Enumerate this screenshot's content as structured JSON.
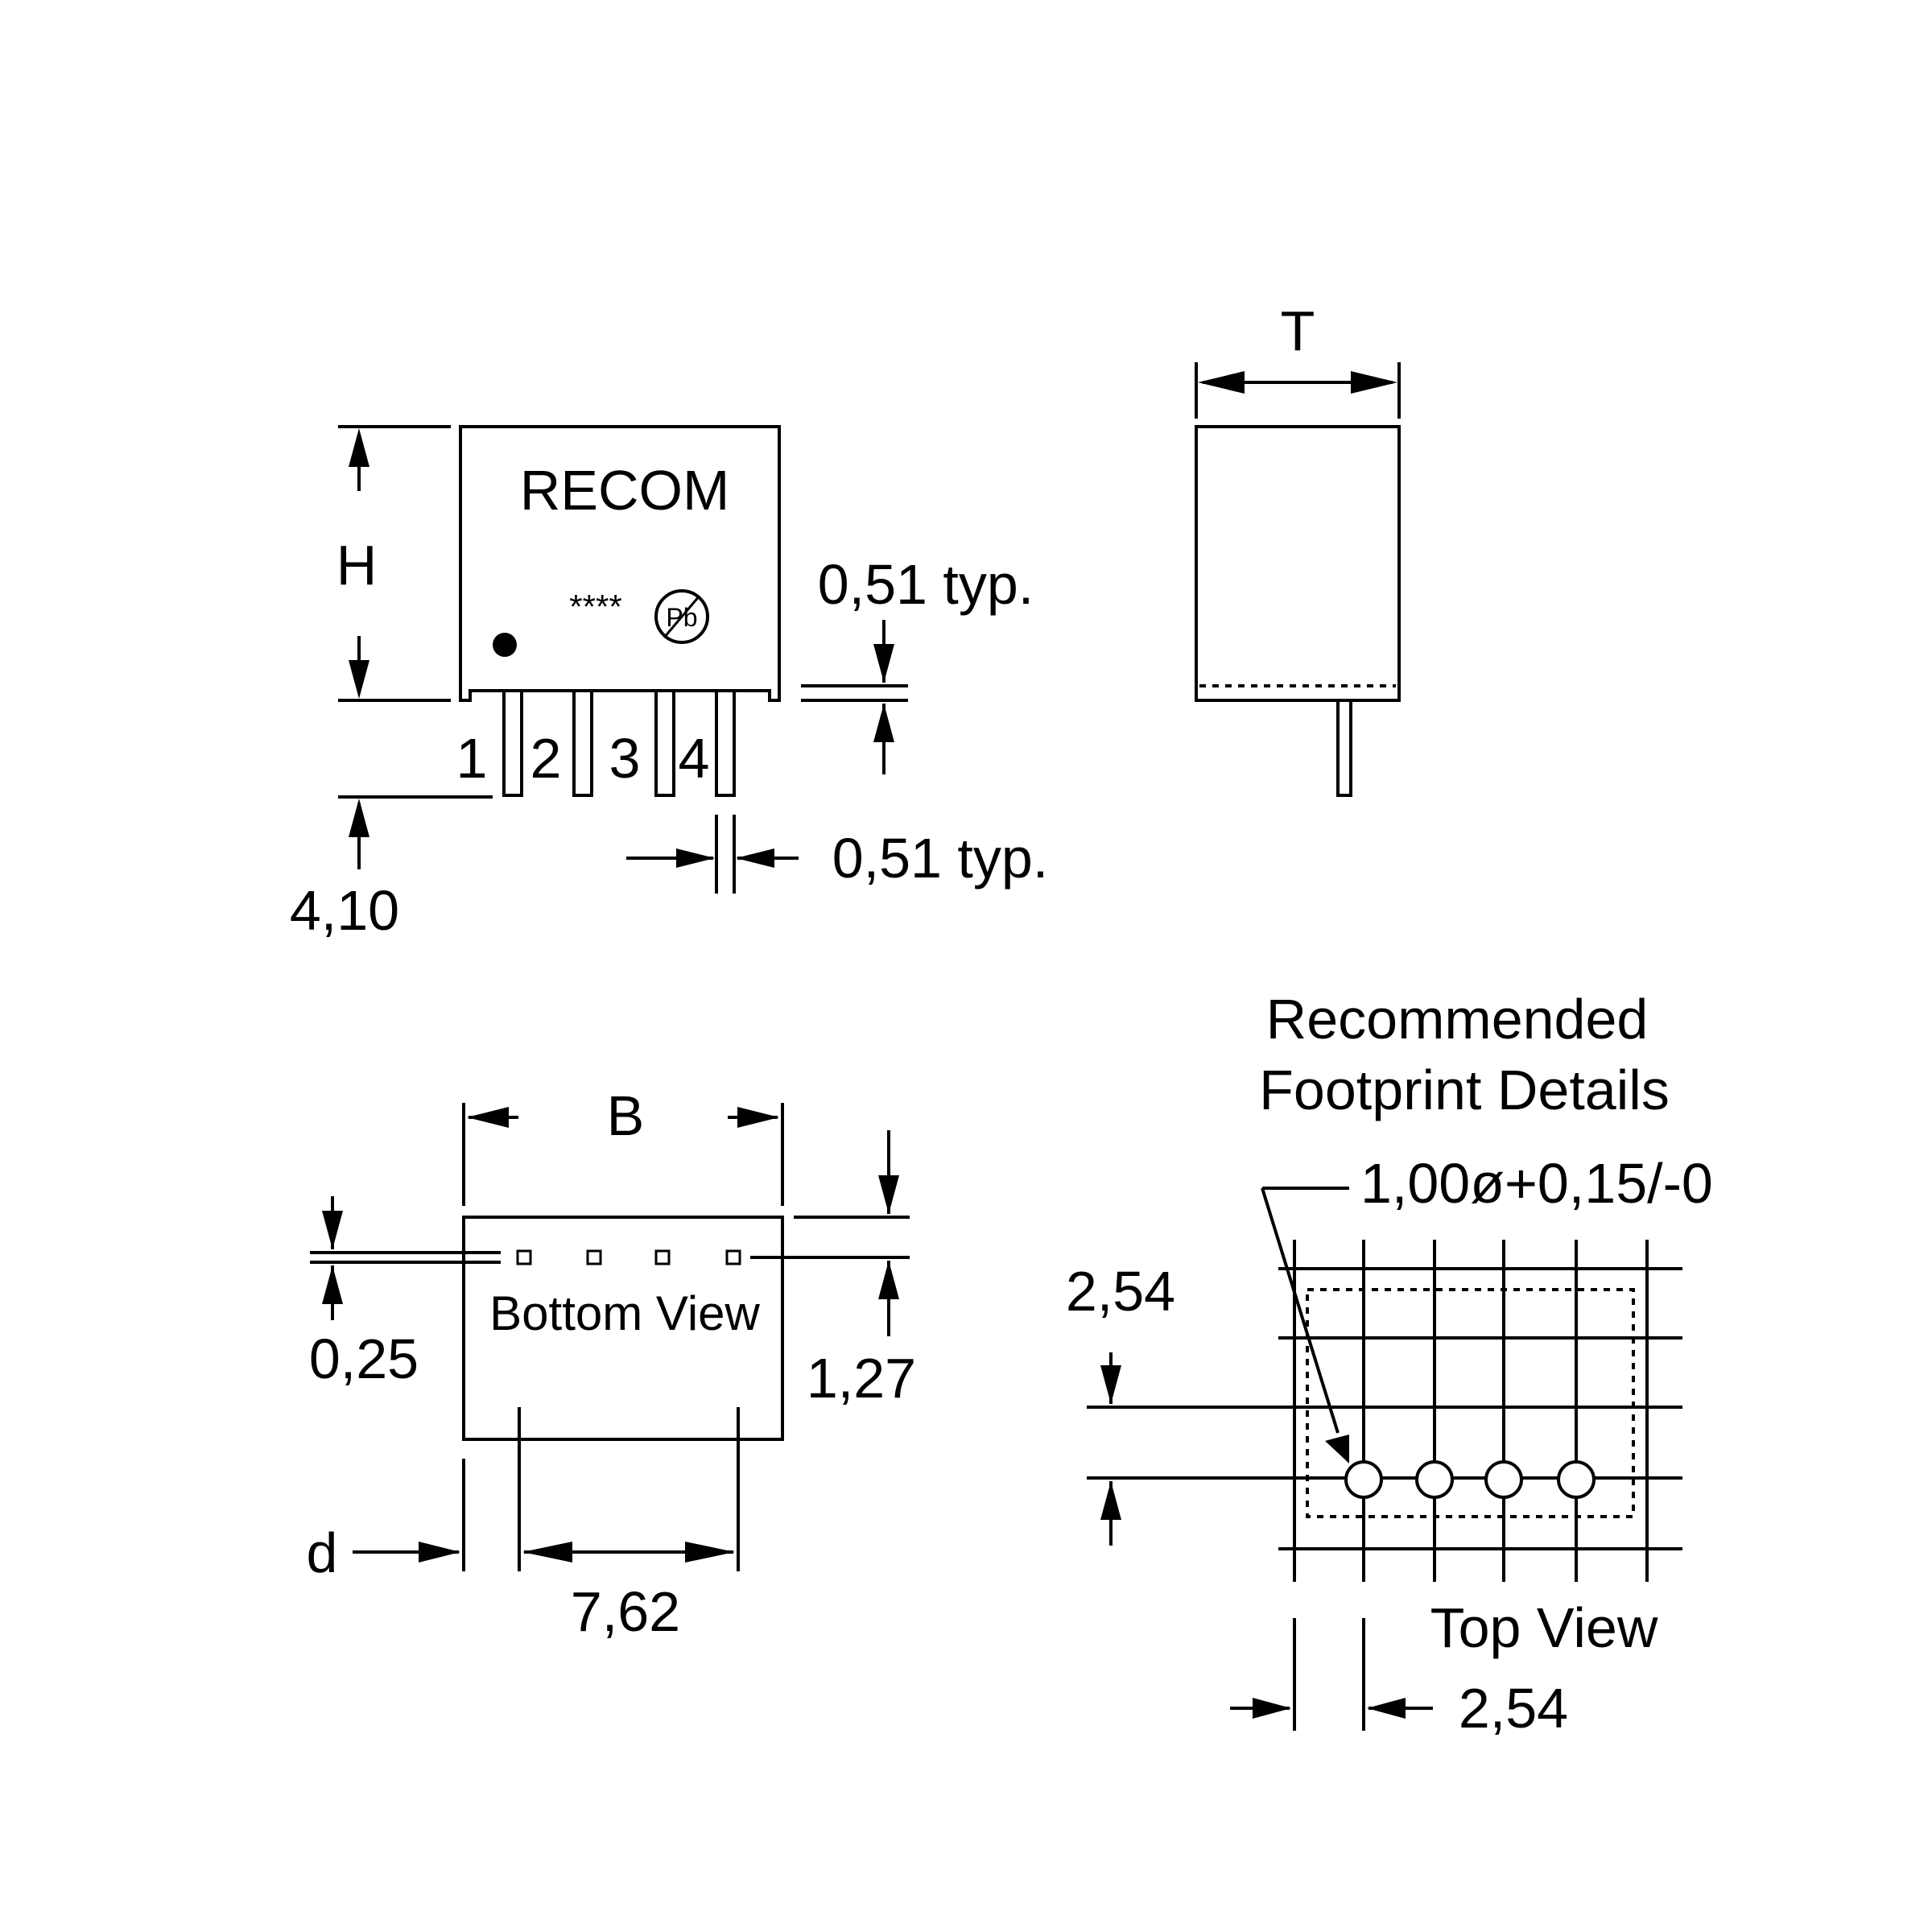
{
  "front_view": {
    "brand": "RECOM",
    "marking": "****",
    "pb_free_mark": "Pb",
    "pins": [
      "1",
      "2",
      "3",
      "4"
    ],
    "dim_height": "H",
    "dim_standoff": "0,51 typ.",
    "dim_pin_width": "0,51 typ.",
    "dim_pin_length": "4,10"
  },
  "side_view": {
    "dim_thickness": "T"
  },
  "bottom_view": {
    "label": "Bottom View",
    "dim_width": "B",
    "dim_pin_offset": "0,25",
    "dim_edge": "1,27",
    "dim_d": "d",
    "dim_pitch_total": "7,62"
  },
  "footprint": {
    "title_line1": "Recommended",
    "title_line2": "Footprint Details",
    "hole_spec": "1,00ø+0,15/-0",
    "dim_row_pitch": "2,54",
    "dim_col_pitch": "2,54",
    "label": "Top View"
  }
}
